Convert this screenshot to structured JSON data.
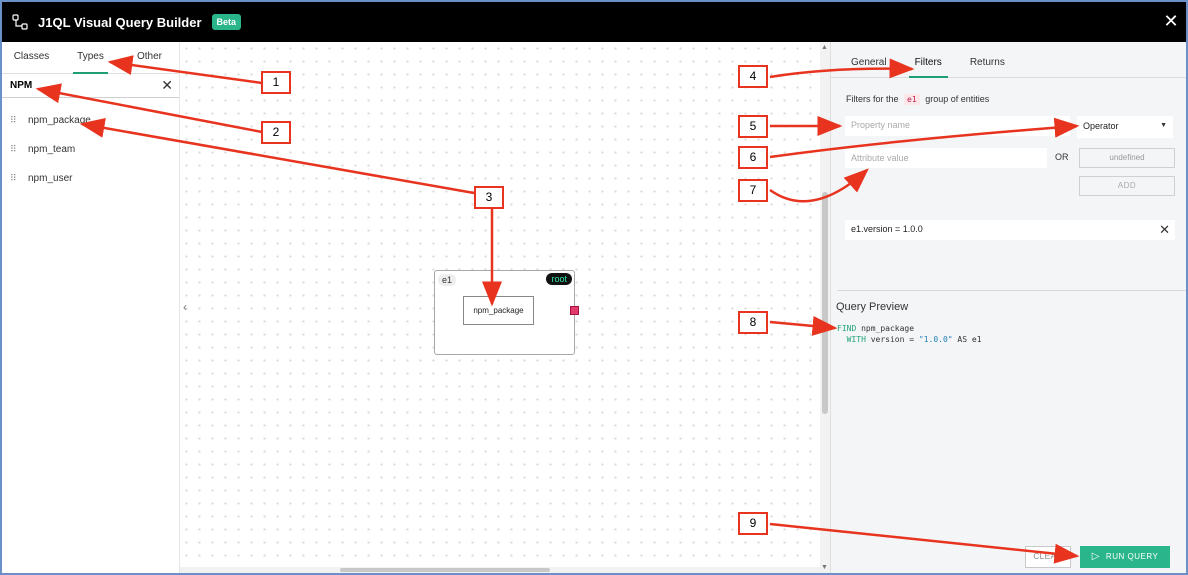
{
  "window": {
    "title": "J1QL Visual Query Builder",
    "badge": "Beta",
    "close_symbol": "✕"
  },
  "left_panel": {
    "tabs": [
      {
        "label": "Classes",
        "active": false
      },
      {
        "label": "Types",
        "active": true
      },
      {
        "label": "Other",
        "active": false
      }
    ],
    "search_value": "NPM",
    "clear_symbol": "✕",
    "types": [
      "npm_package",
      "npm_team",
      "npm_user"
    ],
    "drag_symbol": "⠿"
  },
  "canvas": {
    "collapse_symbol": "‹",
    "group_label": "e1",
    "root_label": "root",
    "node_label": "npm_package"
  },
  "right_panel": {
    "tabs": [
      {
        "label": "General",
        "active": false
      },
      {
        "label": "Filters",
        "active": true
      },
      {
        "label": "Returns",
        "active": false
      }
    ],
    "caption_prefix": "Filters for the",
    "caption_code": "e1",
    "caption_suffix": "group of entities",
    "property_placeholder": "Property name",
    "operator_label": "Operator",
    "attribute_placeholder": "Attribute value",
    "or_label": "OR",
    "undefined_label": "undefined",
    "add_label": "ADD",
    "filter_chip": "e1.version = 1.0.0",
    "chip_remove_symbol": "✕",
    "preview_title": "Query Preview",
    "preview": {
      "kw_find": "FIND",
      "line1_rest": " npm_package",
      "kw_with": "WITH",
      "line2_mid": " version = ",
      "line2_str": "\"1.0.0\"",
      "line2_end": " AS e1"
    },
    "clear_label": "CLEAR",
    "run_label": "RUN QUERY"
  },
  "annotations": {
    "callouts": [
      "1",
      "2",
      "3",
      "4",
      "5",
      "6",
      "7",
      "8",
      "9"
    ],
    "color": "#e8331f"
  },
  "colors": {
    "accent": "#2bb58a",
    "titlebar": "#000000",
    "chip_code": "#c0224a"
  }
}
